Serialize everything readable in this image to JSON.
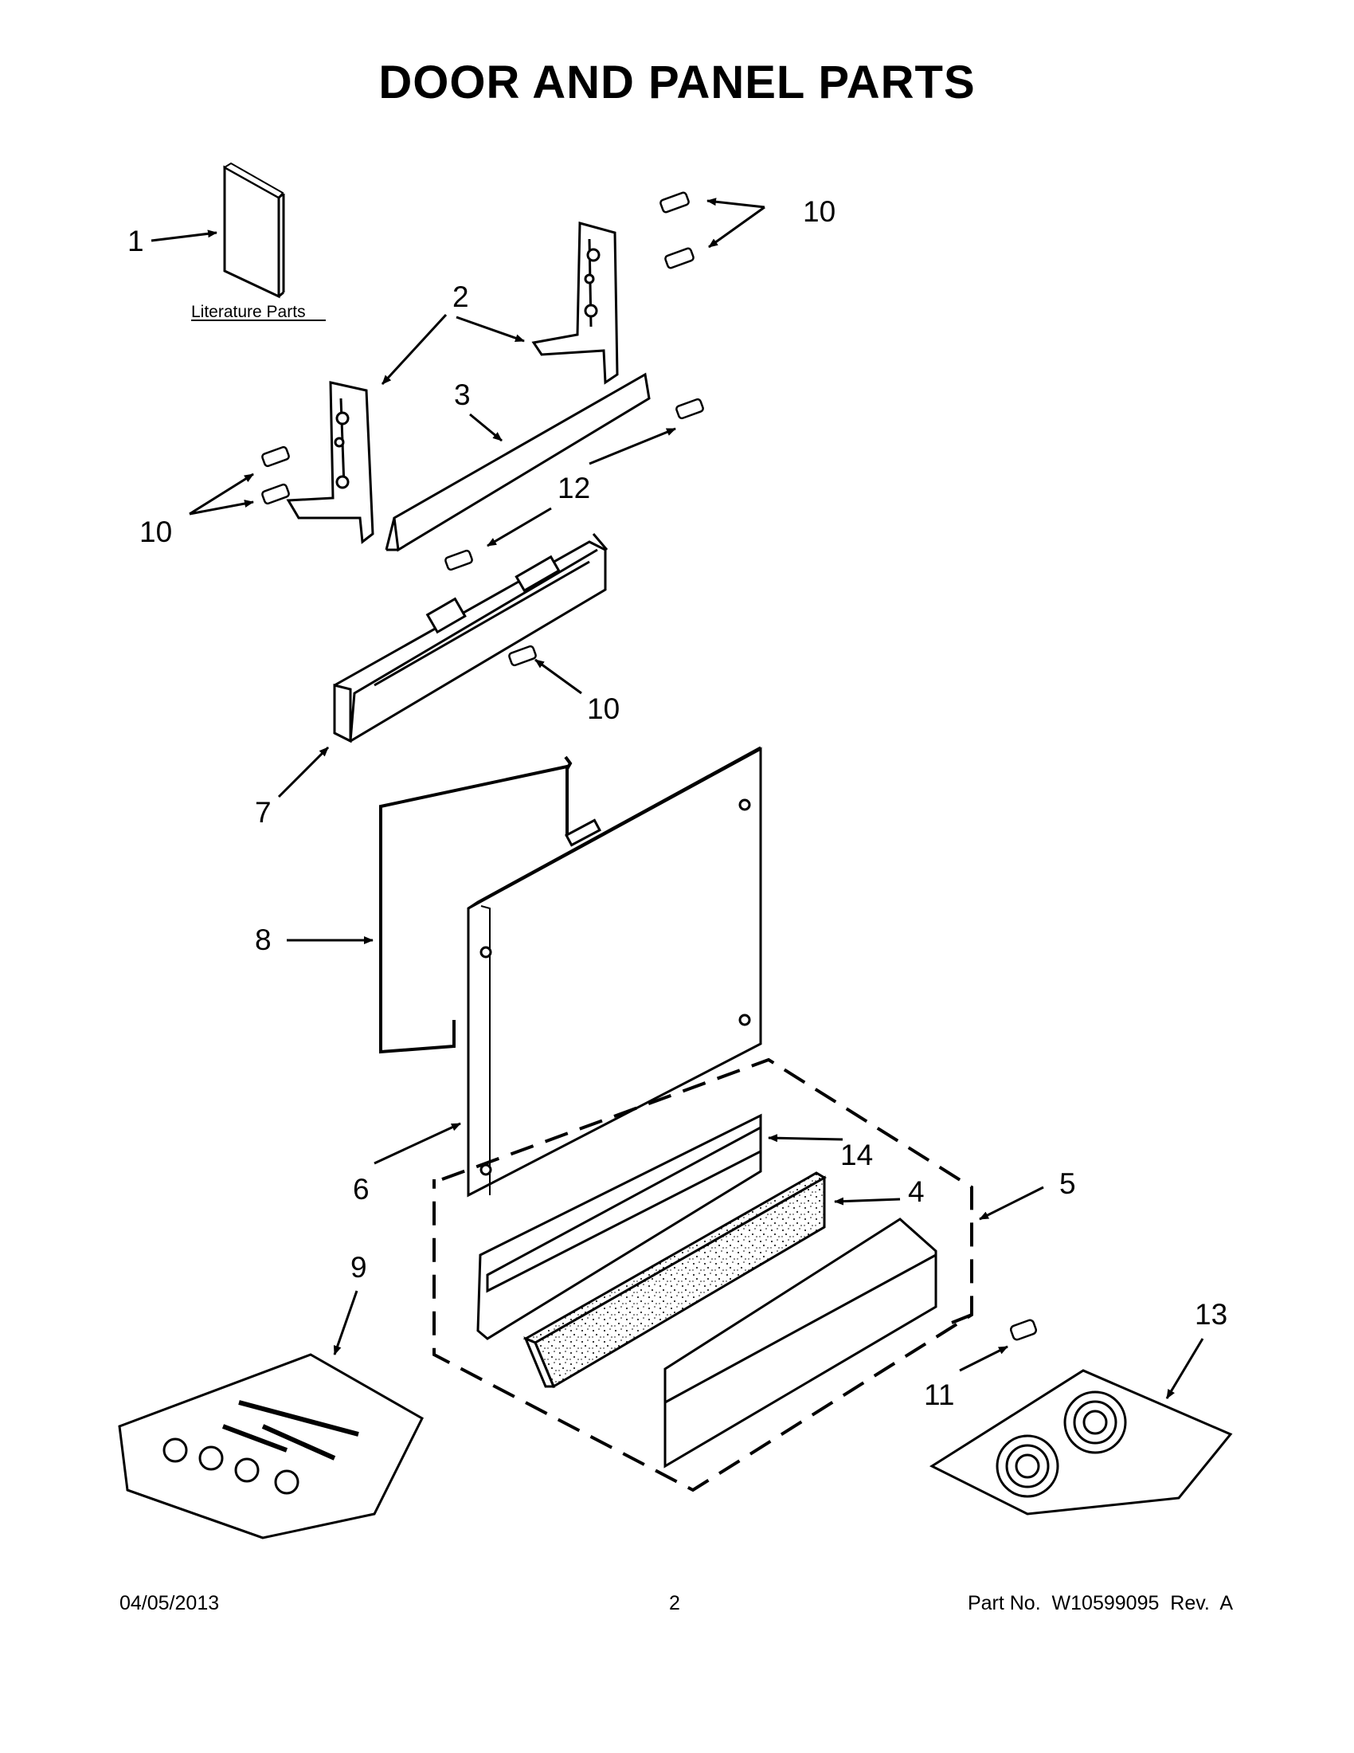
{
  "title": "DOOR AND PANEL PARTS",
  "literature_label": "Literature Parts",
  "callouts": {
    "c1": "1",
    "c2": "2",
    "c3": "3",
    "c4": "4",
    "c5": "5",
    "c6": "6",
    "c7": "7",
    "c8": "8",
    "c9": "9",
    "c10a": "10",
    "c10b": "10",
    "c10c": "10",
    "c11": "11",
    "c12": "12",
    "c13": "13",
    "c14": "14"
  },
  "footer": {
    "date": "04/05/2013",
    "page": "2",
    "part_no": "Part No.  W10599095  Rev.  A"
  }
}
